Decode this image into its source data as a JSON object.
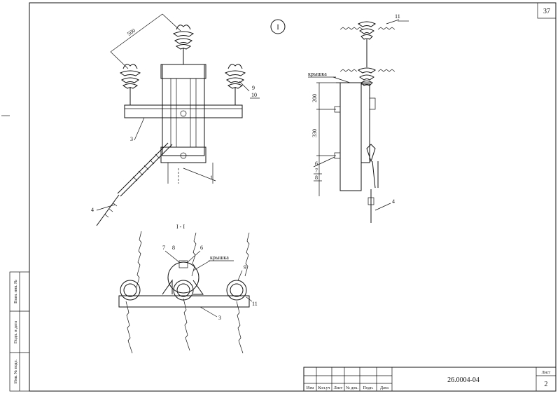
{
  "sheet": {
    "page_number": "37",
    "doc_code": "26.0004-04",
    "sheet_label": "Лист",
    "sheet_number": "2"
  },
  "title_block": {
    "columns": [
      "Изм",
      "Кол.уч",
      "Лист",
      "№ док.",
      "Подп.",
      "Дата"
    ]
  },
  "side_stamp": {
    "labels": [
      "Взам. инв. №",
      "Подп. и дата",
      "Инв. № подл."
    ]
  },
  "views": {
    "main_view_marker": "I",
    "section_title": "I - I"
  },
  "dimensions": {
    "span": "500",
    "height_top": "200",
    "height_bottom": "330"
  },
  "callouts": {
    "front": [
      "1",
      "3",
      "4",
      "9",
      "10"
    ],
    "side": [
      "11",
      "крышка",
      "6",
      "7",
      "8",
      "4"
    ],
    "section": [
      "7",
      "8",
      "6",
      "крышка",
      "9",
      "11",
      "3"
    ]
  }
}
